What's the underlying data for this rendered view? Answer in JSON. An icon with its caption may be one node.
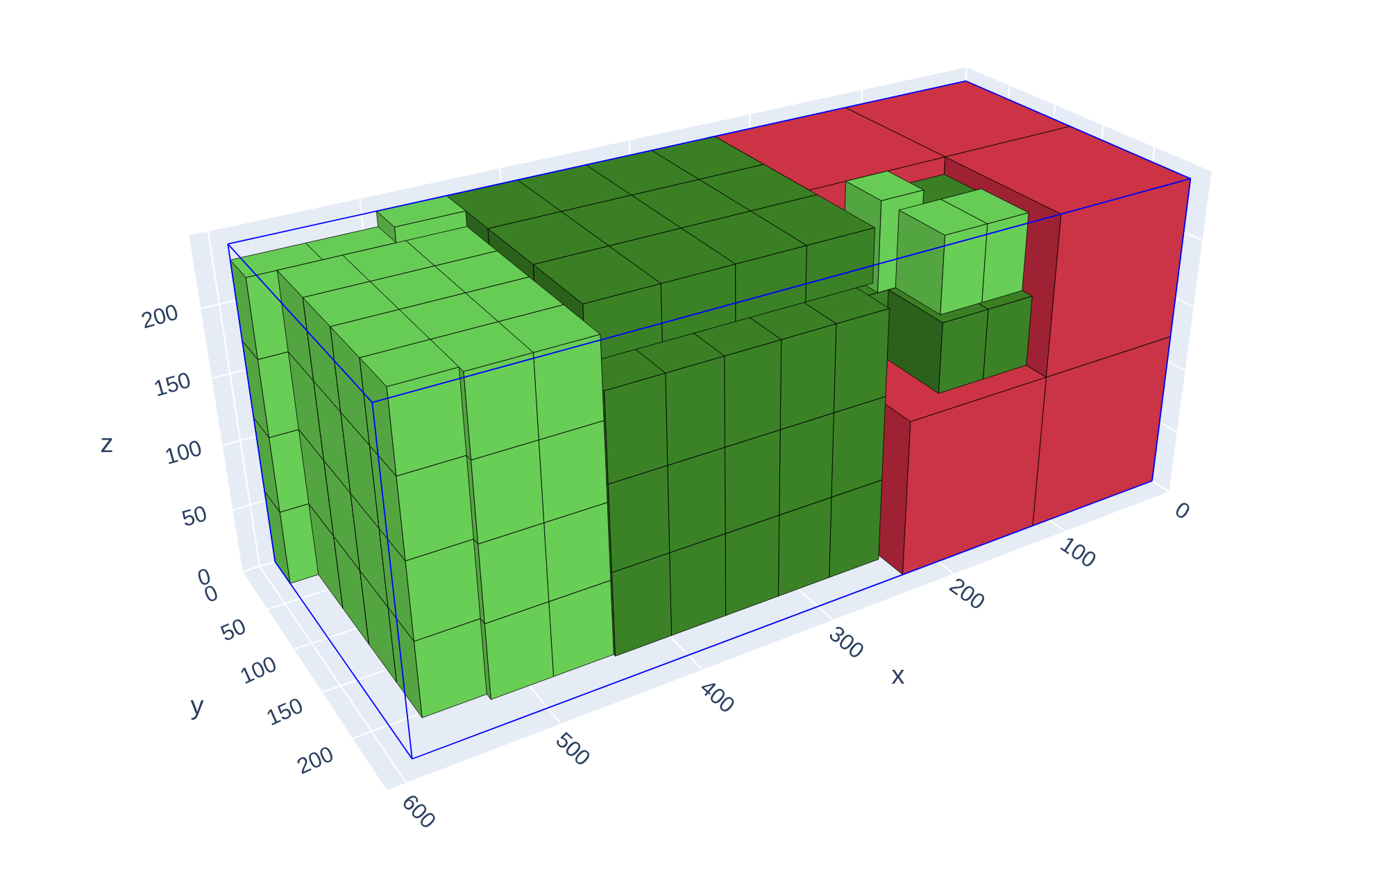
{
  "diagram": {
    "labels": [
      "200",
      "150",
      "100",
      "50",
      "0",
      "z",
      "0",
      "50",
      "100",
      "150",
      "200",
      "y",
      "0",
      "100",
      "200",
      "300",
      "400",
      "500",
      "600",
      "x"
    ]
  }
}
